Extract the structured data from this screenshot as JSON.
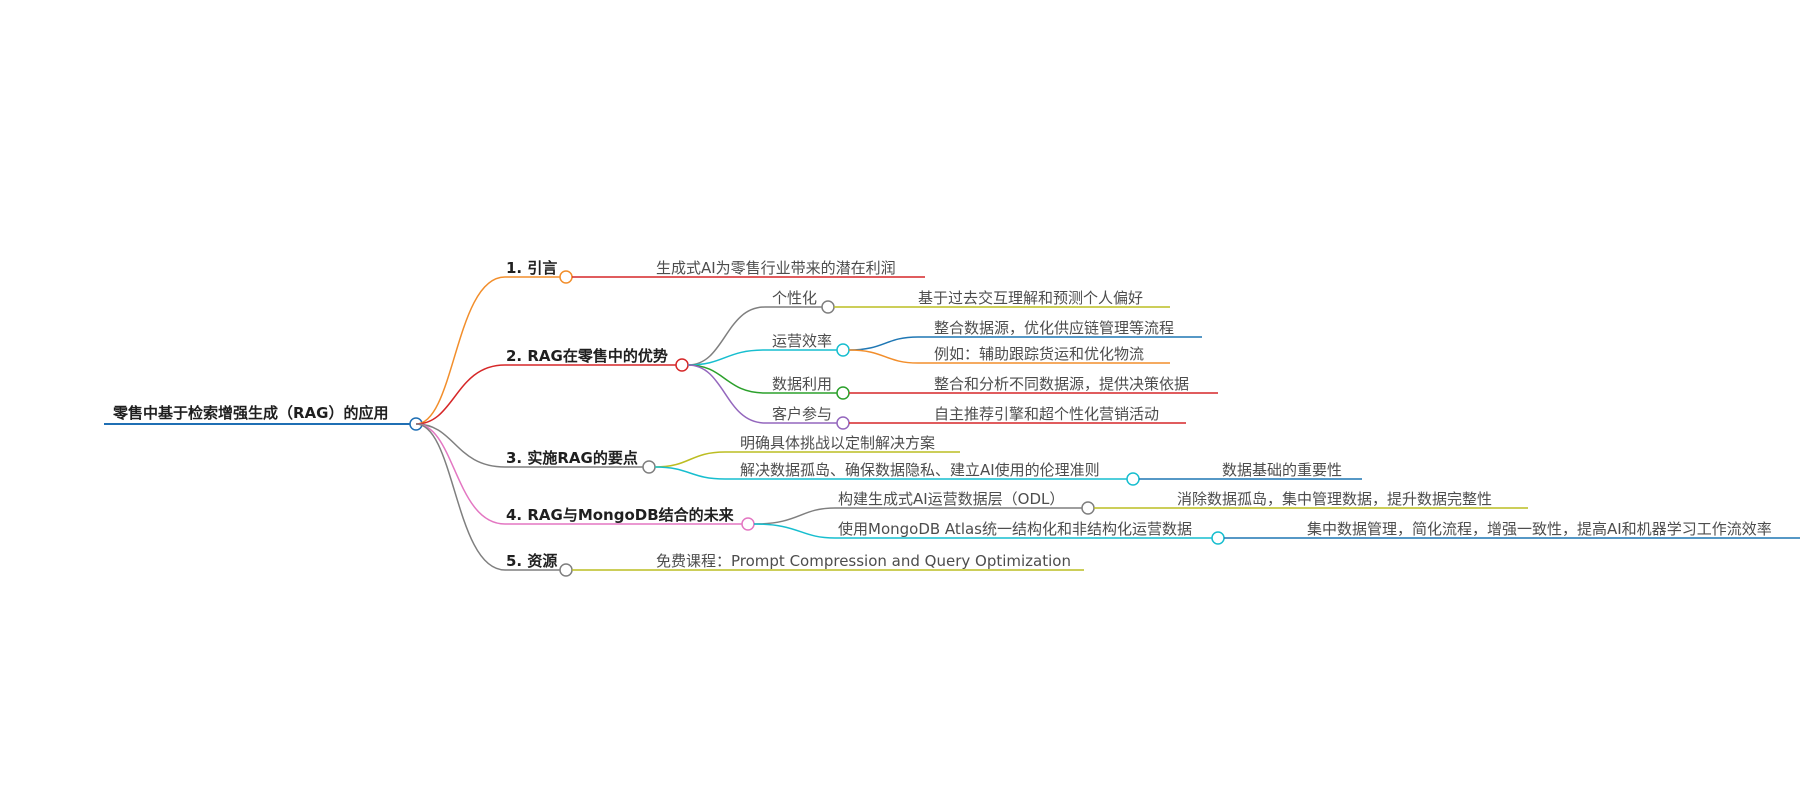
{
  "root": {
    "label": "零售中基于检索增强生成（RAG）的应用"
  },
  "colors": {
    "root": "#1f6fb4",
    "orange": "#f28e2b",
    "red": "#d62728",
    "gray": "#7f7f7f",
    "pink": "#e377c2",
    "cyan": "#17becf",
    "olive": "#bcbd22",
    "blue": "#1f77b4",
    "green": "#2ca02c",
    "purple": "#9467bd"
  },
  "branches": [
    {
      "label": "1. 引言",
      "children": [
        {
          "label": "生成式AI为零售行业带来的潜在利润"
        }
      ]
    },
    {
      "label": "2. RAG在零售中的优势",
      "children": [
        {
          "label": "个性化",
          "children": [
            {
              "label": "基于过去交互理解和预测个人偏好"
            }
          ]
        },
        {
          "label": "运营效率",
          "children": [
            {
              "label": "整合数据源，优化供应链管理等流程"
            },
            {
              "label": "例如：辅助跟踪货运和优化物流"
            }
          ]
        },
        {
          "label": "数据利用",
          "children": [
            {
              "label": "整合和分析不同数据源，提供决策依据"
            }
          ]
        },
        {
          "label": "客户参与",
          "children": [
            {
              "label": "自主推荐引擎和超个性化营销活动"
            }
          ]
        }
      ]
    },
    {
      "label": "3. 实施RAG的要点",
      "children": [
        {
          "label": "明确具体挑战以定制解决方案"
        },
        {
          "label": "解决数据孤岛、确保数据隐私、建立AI使用的伦理准则",
          "children": [
            {
              "label": "数据基础的重要性"
            }
          ]
        }
      ]
    },
    {
      "label": "4. RAG与MongoDB结合的未来",
      "children": [
        {
          "label": "构建生成式AI运营数据层（ODL）",
          "children": [
            {
              "label": "消除数据孤岛，集中管理数据，提升数据完整性"
            }
          ]
        },
        {
          "label": "使用MongoDB Atlas统一结构化和非结构化运营数据",
          "children": [
            {
              "label": "集中数据管理，简化流程，增强一致性，提高AI和机器学习工作流效率"
            }
          ]
        }
      ]
    },
    {
      "label": "5. 资源",
      "children": [
        {
          "label": "免费课程：Prompt Compression and Query Optimization"
        }
      ]
    }
  ]
}
